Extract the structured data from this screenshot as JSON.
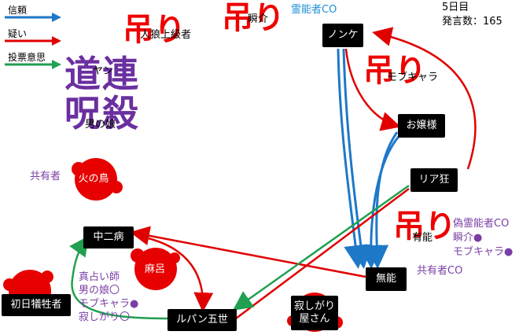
{
  "legend": [
    {
      "label": "信頼",
      "color": "#1e78c8"
    },
    {
      "label": "疑い",
      "color": "#e00000"
    },
    {
      "label": "投票意思",
      "color": "#20a050"
    }
  ],
  "status": {
    "day": "5日目",
    "count": "発言数：165"
  },
  "nodes": {
    "nonke": "ノンケ",
    "ojousama": "お嬢様",
    "riajuu": "リア狂",
    "munou": "無能",
    "chuunibyou": "中二病",
    "mariro": "麻呂",
    "lupin": "ルパン五世",
    "shonichi": "初日犠牲者",
    "hinotori": "火の鳥",
    "sabishigari": "寂しがり屋さん"
  },
  "stamps": {
    "tsuri": "吊り",
    "dourenjusatsu": "道連\n呪殺"
  },
  "annotations": {
    "reinou_co": "霊能者CO",
    "shunsuke": "瞬介",
    "jinrou_check": "人狼上級者",
    "yan": "ヤン",
    "mobu": "モブキャラ",
    "otokono": "男の娘",
    "kyouyuusha1": "共有者",
    "kyouyuusha2": "共有者CO",
    "yuu": "有能",
    "nise_reinou": "偽霊能者CO",
    "shunsuke2": "瞬介●",
    "mobukyara2": "モブキャラ●",
    "shin_uranai": "真占い師",
    "otokono_musume": "男の娘〇",
    "mobukyara3": "モブキャラ●",
    "sabishigari_maru": "寂しがり〇"
  }
}
